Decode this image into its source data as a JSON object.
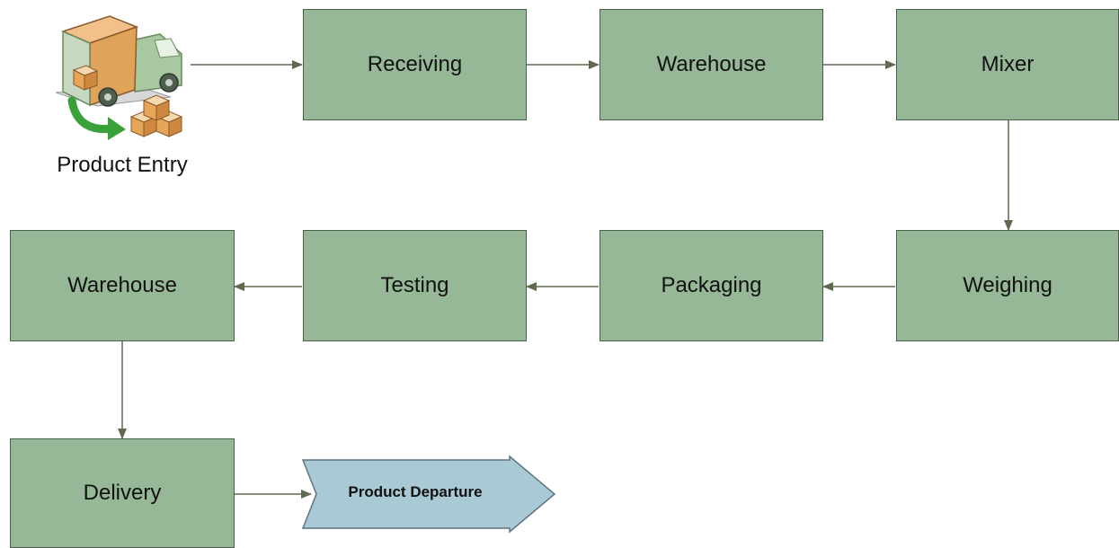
{
  "diagram": {
    "entry": {
      "label": "Product Entry",
      "icon": "delivery-truck-icon"
    },
    "steps_row1": [
      {
        "label": "Receiving"
      },
      {
        "label": "Warehouse"
      },
      {
        "label": "Mixer"
      }
    ],
    "steps_row2": [
      {
        "label": "Warehouse"
      },
      {
        "label": "Testing"
      },
      {
        "label": "Packaging"
      },
      {
        "label": "Weighing"
      }
    ],
    "steps_row3": [
      {
        "label": "Delivery"
      }
    ],
    "exit": {
      "label": "Product Departure"
    }
  },
  "colors": {
    "box_fill": "#96b896",
    "box_border": "#4a5f4a",
    "connector": "#5f6b4f",
    "exit_fill": "#a9c9d4",
    "exit_border": "#5f7380",
    "truck_body": "#a8c9a0",
    "cargo": "#e0a35a",
    "arrow_green": "#3aa03a"
  }
}
